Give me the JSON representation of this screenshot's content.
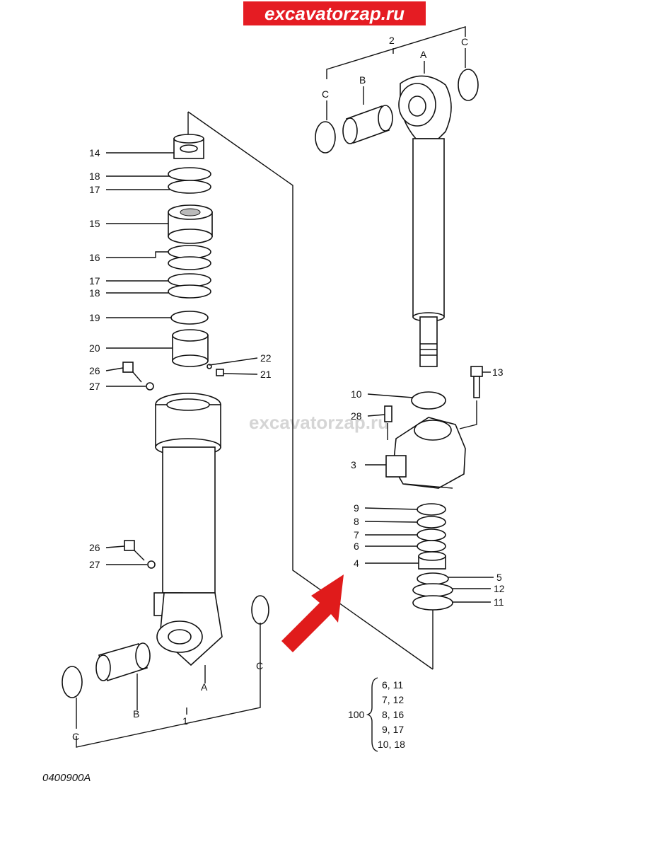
{
  "banner": {
    "text": "excavatorzap.ru",
    "color": "#e51c23"
  },
  "watermark": "excavatorzap.ru",
  "drawing_code": "0400900A",
  "arrow_color": "#e01b1b",
  "callouts": {
    "c1": "1",
    "c2": "2",
    "c3": "3",
    "c4": "4",
    "c5": "5",
    "c6": "6",
    "c7": "7",
    "c8": "8",
    "c9": "9",
    "c10": "10",
    "c11": "11",
    "c12": "12",
    "c13": "13",
    "c14": "14",
    "c15": "15",
    "c16": "16",
    "c17a": "17",
    "c17b": "17",
    "c18a": "18",
    "c18b": "18",
    "c19": "19",
    "c20": "20",
    "c21": "21",
    "c22": "22",
    "c26a": "26",
    "c26b": "26",
    "c27a": "27",
    "c27b": "27",
    "c28": "28"
  },
  "letters": {
    "a_top": "A",
    "b_top": "B",
    "c_top_left": "C",
    "c_top_right": "C",
    "a_bottom": "A",
    "b_bottom": "B",
    "c_bottom_left": "C",
    "c_bottom_right": "C"
  },
  "kit": {
    "number": "100",
    "rows": [
      "6, 11",
      "7, 12",
      "8, 16",
      "9, 17",
      "10, 18"
    ]
  }
}
